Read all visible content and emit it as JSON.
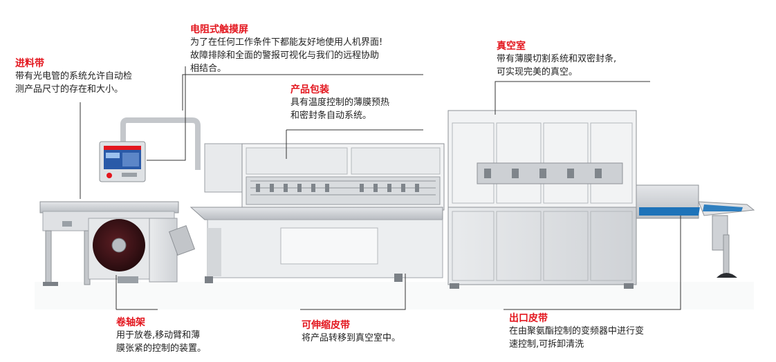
{
  "callouts": {
    "touchscreen": {
      "title": "电阻式触摸屏",
      "body": "为了在任何工作条件下都能友好地使用人机界面!\n故障排除和全面的警报可视化与我们的远程协助\n相结合。"
    },
    "infeed": {
      "title": "进料带",
      "body": "带有光电管的系统允许自动检\n测产品尺寸的存在和大小。"
    },
    "packaging": {
      "title": "产品包装",
      "body": "具有温度控制的薄膜预热\n和密封条自动系统。"
    },
    "vacuum": {
      "title": "真空室",
      "body": "带有薄膜切割系统和双密封条,\n可实现完美的真空。"
    },
    "reel": {
      "title": "卷轴架",
      "body": "用于放卷,移动臂和薄\n膜张紧的控制的装置。"
    },
    "telescopic": {
      "title": "可伸缩皮带",
      "body": "将产品转移到真空室中。"
    },
    "outfeed": {
      "title": "出口皮带",
      "body": "在由聚氨酯控制的变频器中进行变\n速控制,可拆卸清洗"
    }
  },
  "colors": {
    "accent": "#e3161e",
    "text": "#222222",
    "line": "#333333",
    "steel": "#c9ccd0",
    "frame": "#9a9ea3"
  }
}
